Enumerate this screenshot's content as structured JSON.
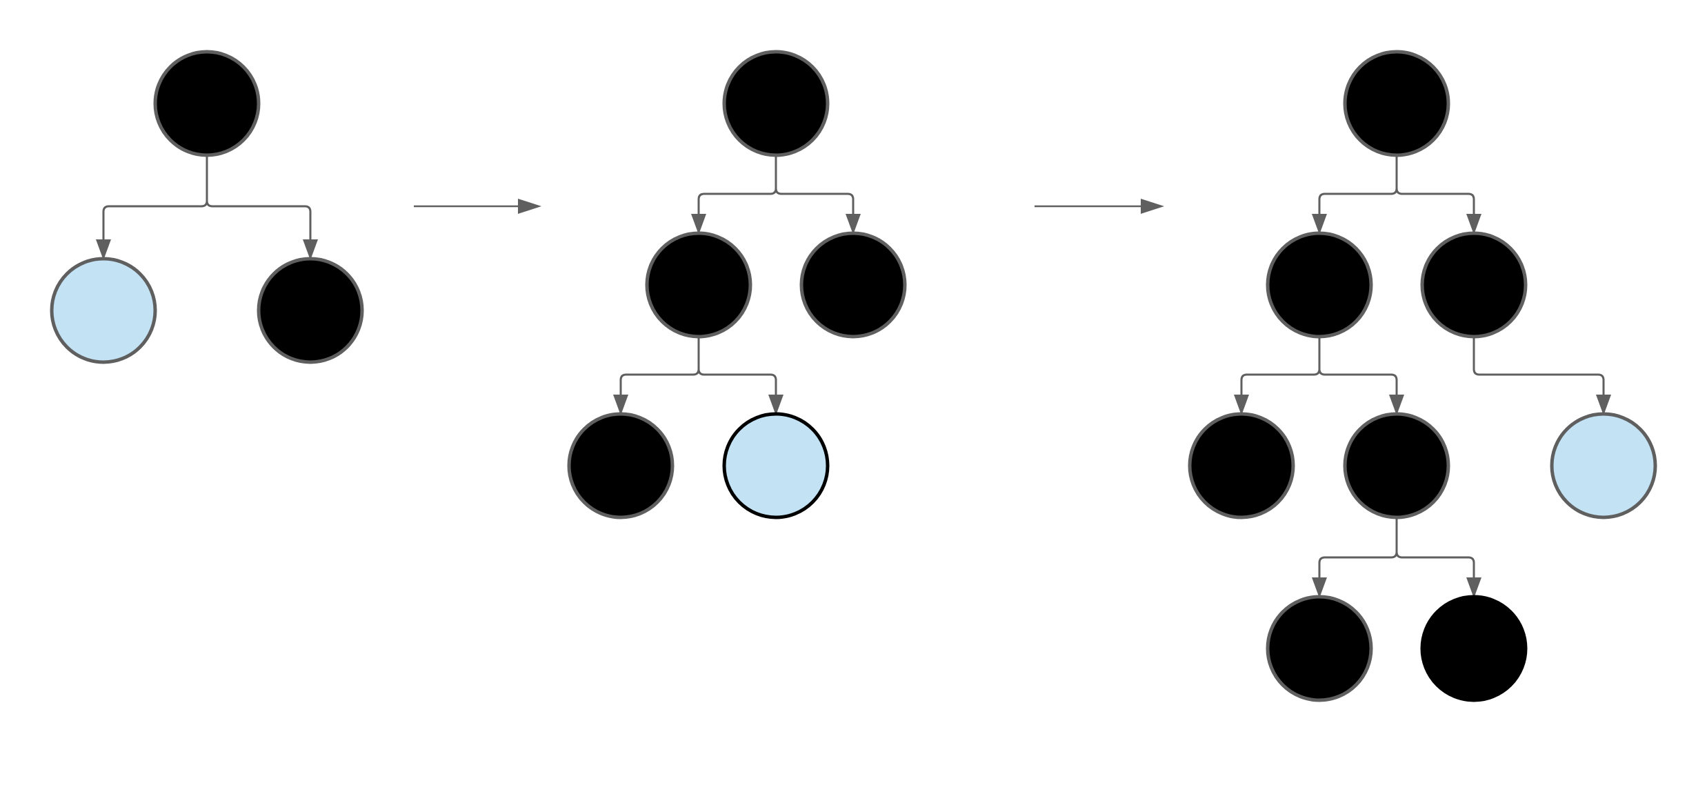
{
  "colors": {
    "background": "#ffffff",
    "edge": "#5f5f5f",
    "node_dark": "#000000",
    "node_highlight": "#c3e3f5",
    "node_outline": "#5f5f5f",
    "node_outline_emphasis": "#000000"
  },
  "steps": [
    {
      "id": "step-1",
      "nodes": [
        {
          "id": "root",
          "fill": "#000000",
          "stroke": "#5f5f5f"
        },
        {
          "id": "left",
          "fill": "#c3e3f5",
          "stroke": "#5f5f5f"
        },
        {
          "id": "right",
          "fill": "#000000",
          "stroke": "#5f5f5f"
        }
      ],
      "edges": [
        [
          "root",
          "left"
        ],
        [
          "root",
          "right"
        ]
      ]
    },
    {
      "id": "step-2",
      "nodes": [
        {
          "id": "root",
          "fill": "#000000",
          "stroke": "#5f5f5f"
        },
        {
          "id": "left",
          "fill": "#000000",
          "stroke": "#5f5f5f"
        },
        {
          "id": "right",
          "fill": "#000000",
          "stroke": "#5f5f5f"
        },
        {
          "id": "left-left",
          "fill": "#000000",
          "stroke": "#5f5f5f"
        },
        {
          "id": "left-right",
          "fill": "#c3e3f5",
          "stroke": "#000000"
        }
      ],
      "edges": [
        [
          "root",
          "left"
        ],
        [
          "root",
          "right"
        ],
        [
          "left",
          "left-left"
        ],
        [
          "left",
          "left-right"
        ]
      ]
    },
    {
      "id": "step-3",
      "nodes": [
        {
          "id": "root",
          "fill": "#000000",
          "stroke": "#5f5f5f"
        },
        {
          "id": "left",
          "fill": "#000000",
          "stroke": "#5f5f5f"
        },
        {
          "id": "right",
          "fill": "#000000",
          "stroke": "#5f5f5f"
        },
        {
          "id": "left-left",
          "fill": "#000000",
          "stroke": "#5f5f5f"
        },
        {
          "id": "left-right",
          "fill": "#000000",
          "stroke": "#5f5f5f"
        },
        {
          "id": "right-right",
          "fill": "#c3e3f5",
          "stroke": "#5f5f5f"
        },
        {
          "id": "left-right-left",
          "fill": "#000000",
          "stroke": "#5f5f5f"
        },
        {
          "id": "left-right-right",
          "fill": "#000000",
          "stroke": "#000000"
        }
      ],
      "edges": [
        [
          "root",
          "left"
        ],
        [
          "root",
          "right"
        ],
        [
          "left",
          "left-left"
        ],
        [
          "left",
          "left-right"
        ],
        [
          "right",
          "right-right"
        ],
        [
          "left-right",
          "left-right-left"
        ],
        [
          "left-right",
          "left-right-right"
        ]
      ]
    }
  ],
  "transitions": [
    {
      "from": "step-1",
      "to": "step-2"
    },
    {
      "from": "step-2",
      "to": "step-3"
    }
  ]
}
